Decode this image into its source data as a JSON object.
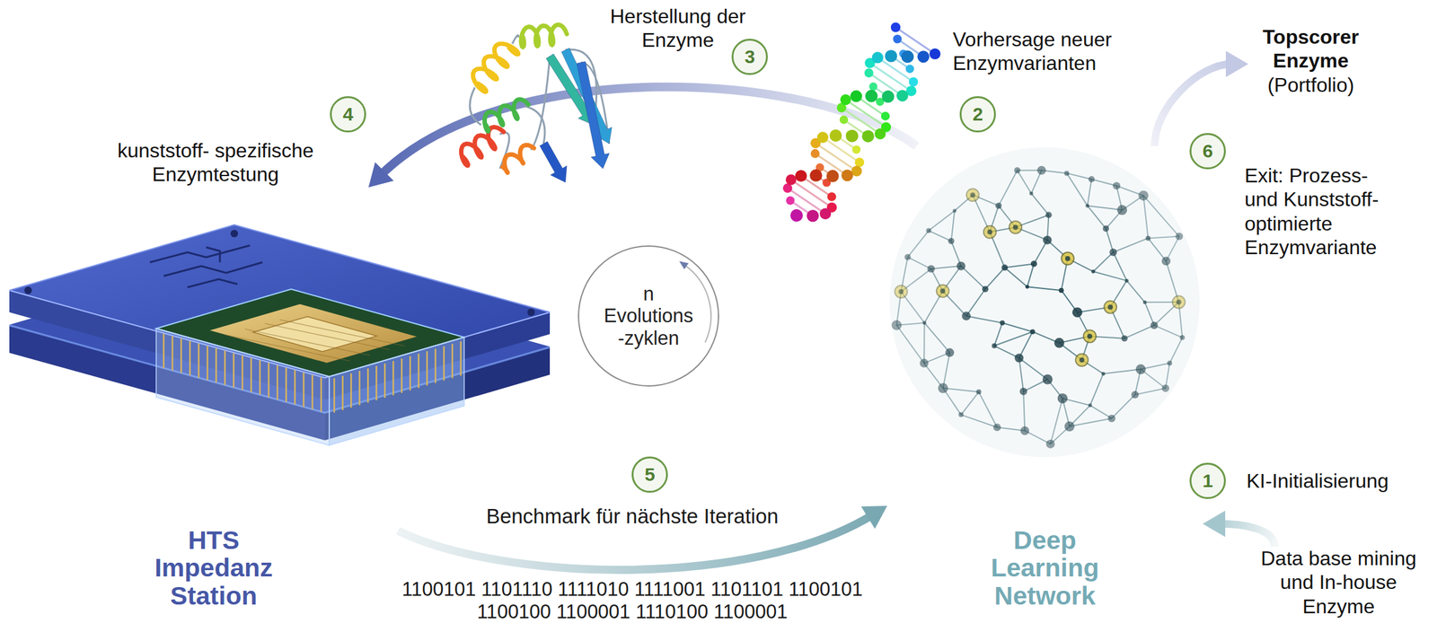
{
  "diagram": {
    "nodes": [
      {
        "text": [
          "HTS Impedanz Station"
        ]
      },
      {
        "text": [
          "Deep Learning Network"
        ]
      },
      {
        "text": [
          "Topscorer Enzyme",
          "(Portfolio)"
        ]
      },
      {
        "text": [
          "Data base mining und In-house Enzyme"
        ]
      },
      {
        "text": [
          "n Evolutions -zyklen"
        ]
      }
    ],
    "edges": [
      {
        "from": 3,
        "to": 1,
        "arrow": "to"
      },
      {
        "from": 1,
        "to": 0,
        "arrow": "to"
      },
      {
        "from": 0,
        "to": 1,
        "arrow": "to",
        "label": "Benchmark für nächste Iteration"
      },
      {
        "from": 1,
        "to": 2,
        "arrow": "to"
      }
    ],
    "labels": [
      "1",
      "KI-Initialisierung",
      "2",
      "Vorhersage neuer Enzymvarianten",
      "3",
      "Herstellung der Enzyme",
      "4",
      "kunststoff- spezifische Enzymtestung",
      "5",
      "6",
      "Exit: Prozess- und Kunststoff- optimierte Enzymvariante",
      "1100101 1101110 1111010 1111001 1101101 1100101",
      "1100100 1100001 1110100 1100001"
    ]
  }
}
